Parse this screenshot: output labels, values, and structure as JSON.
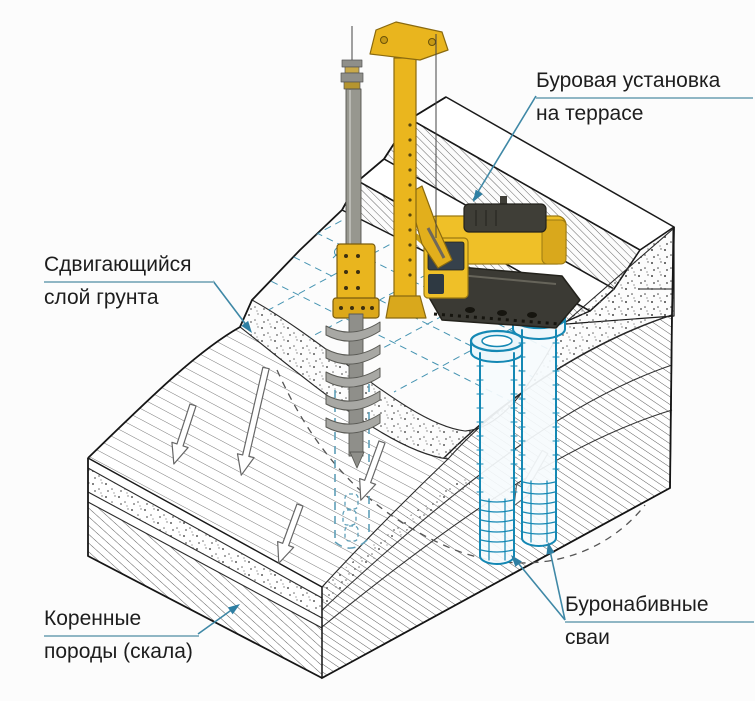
{
  "page": {
    "background": "#fcfcfc",
    "kind": "isometric technical illustration"
  },
  "labels": {
    "rig": {
      "line1": "Буровая установка",
      "line2": "на террасе"
    },
    "sliding_layer": {
      "line1": "Сдвигающийся",
      "line2": "слой грунта"
    },
    "bedrock": {
      "line1": "Коренные",
      "line2": "породы (скала)"
    },
    "piles": {
      "line1": "Буронабивные",
      "line2": "сваи"
    }
  },
  "colors": {
    "leader_line": "#3f88a6",
    "leader_arrowhead": "#2e7fa3",
    "label_underline": "#8fb6c4",
    "label_text": "#1d1d1d",
    "pile_outline": "#1488b4",
    "grid_line": "#3d8fae",
    "borehole_dash": "#5f9fb8",
    "machine_yellow": "#efc028",
    "machine_dark": "#3a3933",
    "auger_gray": "#a8a8a4",
    "hatch_line": "#4a4a4a",
    "outline_ink": "#1a1a1a"
  },
  "icons": {
    "slide_direction_arrow": "hollow outlined arrow pointing down-slope (5x)",
    "survey_marker_icon": "small circle with diagonal cross on terrace grid",
    "leader_arrow_icon": "small filled triangle arrowhead on callout leaders"
  }
}
